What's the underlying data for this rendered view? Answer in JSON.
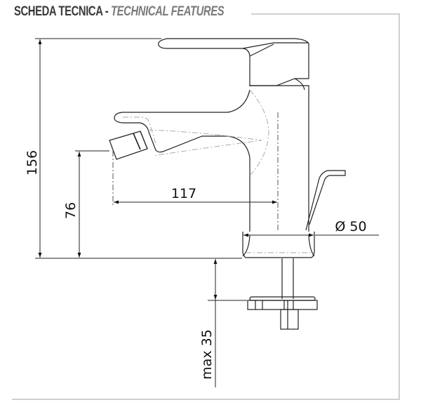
{
  "header": {
    "title_primary": "SCHEDA TECNICA",
    "separator": " - ",
    "title_secondary": "TECHNICAL FEATURES"
  },
  "drawing": {
    "subject": "bidet mixer tap side-view technical drawing",
    "dimensions": {
      "total_height": "156",
      "spout_height": "76",
      "spout_projection": "117",
      "base_diameter": "Ø 50",
      "max_deck_thickness": "max 35"
    },
    "colors": {
      "line": "#222222",
      "hidden_line": "#aaaaaa",
      "frame": "#d0d0d0",
      "title_dark": "#3a3a3a",
      "title_light": "#7a7a7a"
    }
  }
}
